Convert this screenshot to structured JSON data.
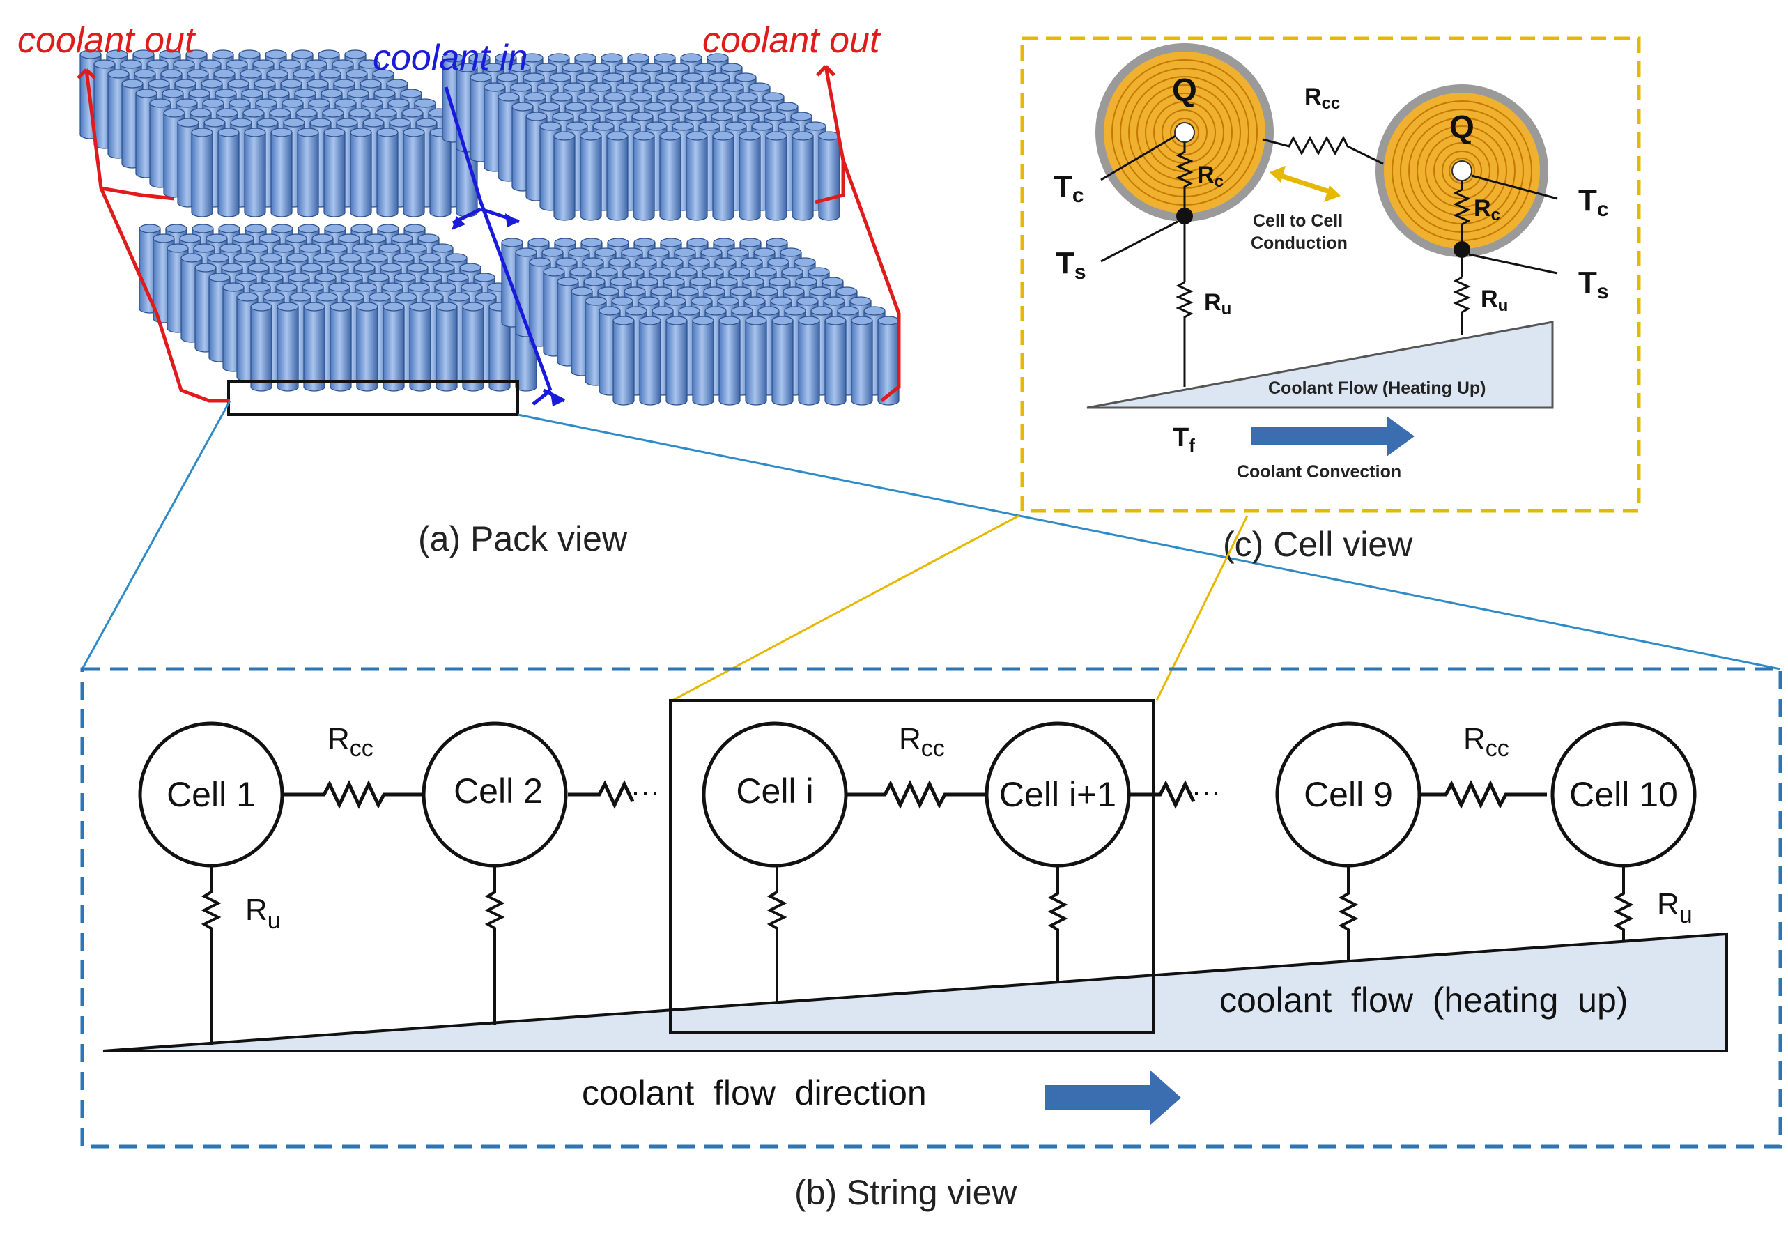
{
  "pack": {
    "coolant_out_left": "coolant out",
    "coolant_in": "coolant in",
    "coolant_out_right": "coolant out",
    "caption": "(a) Pack view"
  },
  "cell_view": {
    "q_left": "Q",
    "q_right": "Q",
    "tc": "T",
    "tc_sub": "c",
    "ts": "T",
    "ts_sub": "s",
    "rc": "R",
    "rc_sub": "c",
    "ru": "R",
    "ru_sub": "u",
    "rcc": "R",
    "rcc_sub": "cc",
    "conduction_1": "Cell to Cell",
    "conduction_2": "Conduction",
    "coolant_flow": "Coolant Flow (Heating Up)",
    "tf": "T",
    "tf_sub": "f",
    "convection": "Coolant Convection",
    "caption": "(c) Cell view"
  },
  "string_view": {
    "cells": [
      "Cell 1",
      "Cell 2",
      "Cell i",
      "Cell i+1",
      "Cell 9",
      "Cell 10"
    ],
    "rcc": "R",
    "rcc_sub": "cc",
    "ru": "R",
    "ru_sub": "u",
    "ellipsis": "···",
    "coolant_flow": "coolant  flow  (heating  up)",
    "flow_direction": "coolant  flow  direction",
    "caption": "(b) String view"
  },
  "colors": {
    "coolant_out": "#e01b1b",
    "coolant_in": "#1a1adb",
    "cell_blue": "#7fa4dc",
    "cell_gold": "#f0b030",
    "dash_blue": "#2e75b6",
    "dash_gold": "#e6b800",
    "flow_fill": "#dce6f2",
    "arrow_blue": "#3b6eb0"
  }
}
